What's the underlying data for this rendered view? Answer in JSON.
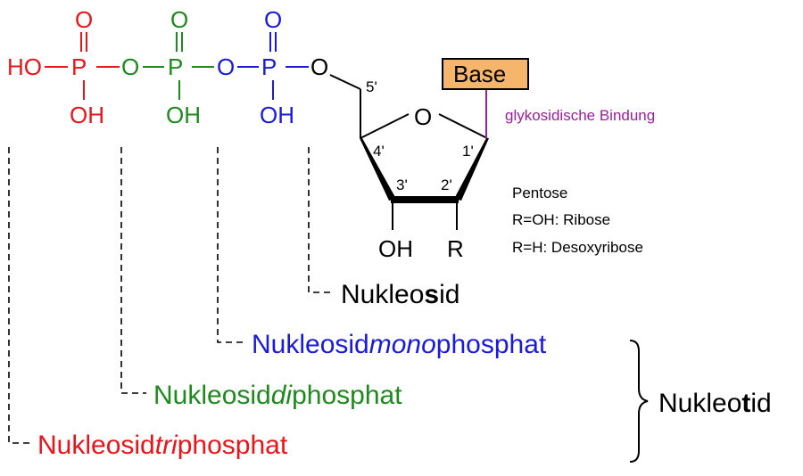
{
  "colors": {
    "tri": "#e8151b",
    "di": "#1e8a1e",
    "mono": "#1a1adc",
    "black": "#000000",
    "purple": "#9a1f9a",
    "base_fill": "#f5b56b"
  },
  "phosphate_tri": {
    "ho": "HO",
    "p": "P",
    "o_top": "O",
    "oh": "OH",
    "o_link": "O"
  },
  "phosphate_di": {
    "p": "P",
    "o_top": "O",
    "oh": "OH",
    "o_link": "O"
  },
  "phosphate_mono": {
    "p": "P",
    "o_top": "O",
    "oh": "OH",
    "o_link": "O"
  },
  "sugar": {
    "ring_o": "O",
    "c5": "5'",
    "c4": "4'",
    "c3": "3'",
    "c2": "2'",
    "c1": "1'",
    "oh": "OH",
    "r": "R"
  },
  "base": {
    "label": "Base"
  },
  "glycosidic_label": "glykosidische Bindung",
  "pentose": {
    "title": "Pentose",
    "line1": "R=OH: Ribose",
    "line2": "R=H: Desoxyribose"
  },
  "labels": {
    "nukleosid": {
      "a": "Nukleo",
      "b": "s",
      "c": "id"
    },
    "mono": {
      "a": "Nukleosid",
      "b": "mono",
      "c": "phosphat"
    },
    "di": {
      "a": "Nukleosid",
      "b": "di",
      "c": "phosphat"
    },
    "tri": {
      "a": "Nukleosid",
      "b": "tri",
      "c": "phosphat"
    },
    "nukleotid": {
      "a": "Nukleo",
      "b": "t",
      "c": "id"
    }
  }
}
